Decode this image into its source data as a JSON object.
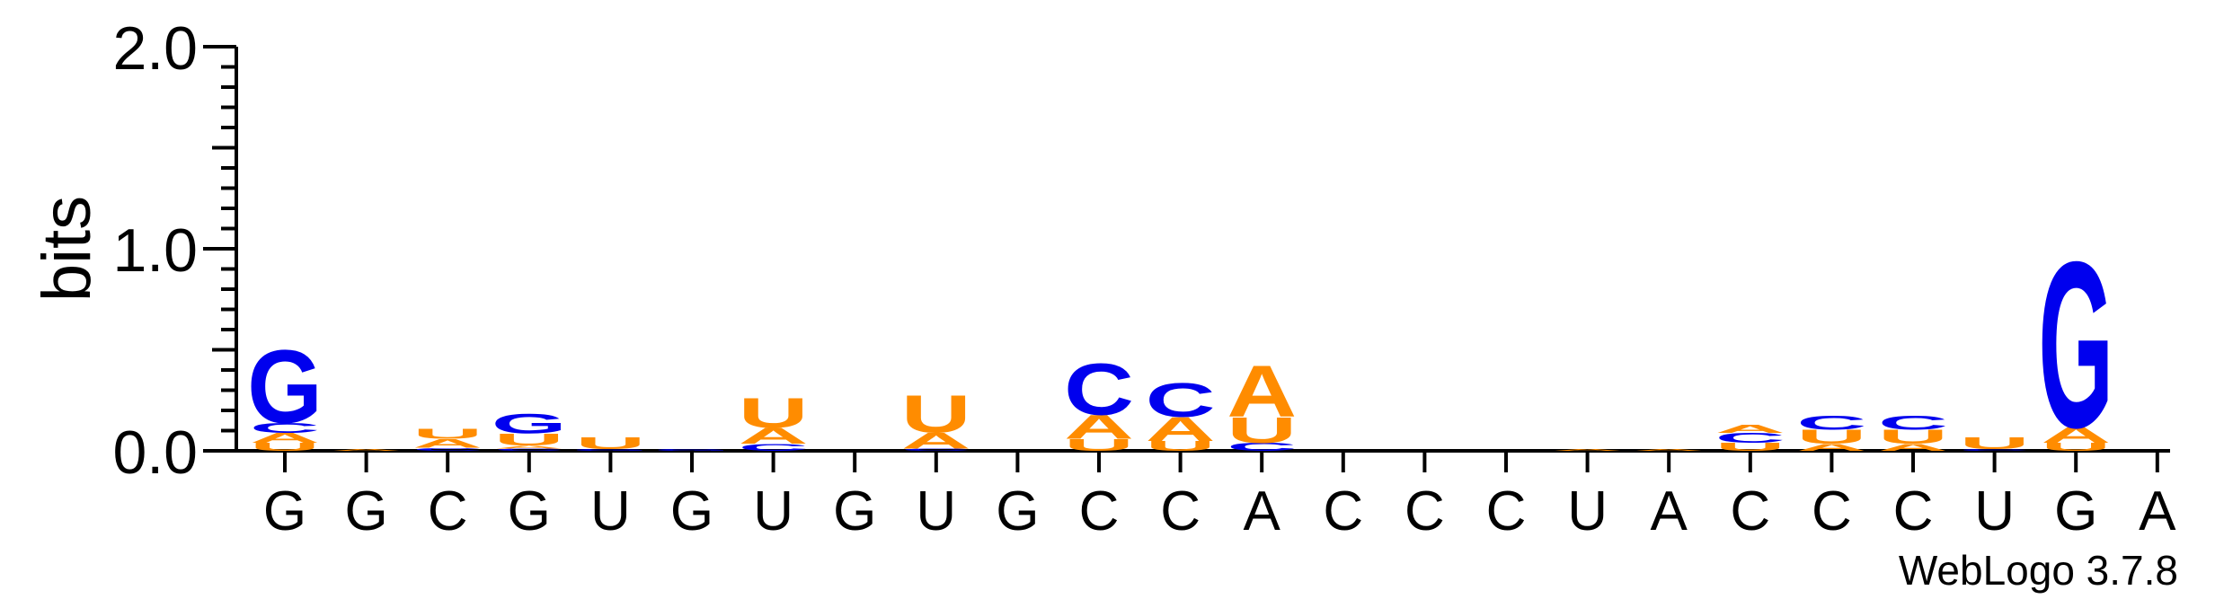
{
  "chart_data": {
    "type": "sequence-logo",
    "ylabel": "bits",
    "ylim": [
      0,
      2
    ],
    "yticks": [
      "0.0",
      "1.0",
      "2.0"
    ],
    "credit": "WebLogo 3.7.8",
    "colors": {
      "G": "#0000ee",
      "C": "#0000ee",
      "A": "#ff8c00",
      "U": "#ff8c00"
    },
    "positions": [
      {
        "label": "G",
        "stack": [
          {
            "l": "U",
            "h": 0.04
          },
          {
            "l": "A",
            "h": 0.05
          },
          {
            "l": "C",
            "h": 0.05
          },
          {
            "l": "G",
            "h": 0.37
          }
        ]
      },
      {
        "label": "G",
        "stack": [
          {
            "l": "A",
            "h": 0.01
          }
        ]
      },
      {
        "label": "C",
        "stack": [
          {
            "l": "C",
            "h": 0.015
          },
          {
            "l": "A",
            "h": 0.045
          },
          {
            "l": "U",
            "h": 0.05
          }
        ]
      },
      {
        "label": "G",
        "stack": [
          {
            "l": "C",
            "h": 0.012
          },
          {
            "l": "A",
            "h": 0.015
          },
          {
            "l": "U",
            "h": 0.06
          },
          {
            "l": "G",
            "h": 0.1
          }
        ]
      },
      {
        "label": "U",
        "stack": [
          {
            "l": "G",
            "h": 0.01
          },
          {
            "l": "U",
            "h": 0.06
          }
        ]
      },
      {
        "label": "G",
        "stack": [
          {
            "l": "G",
            "h": 0.008
          }
        ]
      },
      {
        "label": "U",
        "stack": [
          {
            "l": "C",
            "h": 0.035
          },
          {
            "l": "A",
            "h": 0.08
          },
          {
            "l": "U",
            "h": 0.15
          }
        ]
      },
      {
        "label": "G",
        "stack": []
      },
      {
        "label": "U",
        "stack": [
          {
            "l": "C",
            "h": 0.012
          },
          {
            "l": "A",
            "h": 0.08
          },
          {
            "l": "U",
            "h": 0.19
          }
        ]
      },
      {
        "label": "G",
        "stack": []
      },
      {
        "label": "C",
        "stack": [
          {
            "l": "U",
            "h": 0.06
          },
          {
            "l": "A",
            "h": 0.12
          },
          {
            "l": "C",
            "h": 0.26
          }
        ]
      },
      {
        "label": "C",
        "stack": [
          {
            "l": "U",
            "h": 0.05
          },
          {
            "l": "A",
            "h": 0.12
          },
          {
            "l": "C",
            "h": 0.17
          }
        ]
      },
      {
        "label": "A",
        "stack": [
          {
            "l": "C",
            "h": 0.04
          },
          {
            "l": "U",
            "h": 0.13
          },
          {
            "l": "A",
            "h": 0.26
          }
        ]
      },
      {
        "label": "C",
        "stack": []
      },
      {
        "label": "C",
        "stack": []
      },
      {
        "label": "C",
        "stack": []
      },
      {
        "label": "U",
        "stack": [
          {
            "l": "A",
            "h": 0.008
          }
        ]
      },
      {
        "label": "A",
        "stack": [
          {
            "l": "A",
            "h": 0.008
          }
        ]
      },
      {
        "label": "C",
        "stack": [
          {
            "l": "U",
            "h": 0.04
          },
          {
            "l": "C",
            "h": 0.05
          },
          {
            "l": "A",
            "h": 0.04
          }
        ]
      },
      {
        "label": "C",
        "stack": [
          {
            "l": "A",
            "h": 0.035
          },
          {
            "l": "U",
            "h": 0.07
          },
          {
            "l": "C",
            "h": 0.07
          }
        ]
      },
      {
        "label": "C",
        "stack": [
          {
            "l": "A",
            "h": 0.035
          },
          {
            "l": "U",
            "h": 0.07
          },
          {
            "l": "C",
            "h": 0.07
          }
        ]
      },
      {
        "label": "U",
        "stack": [
          {
            "l": "C",
            "h": 0.01
          },
          {
            "l": "U",
            "h": 0.06
          }
        ]
      },
      {
        "label": "G",
        "stack": [
          {
            "l": "U",
            "h": 0.04
          },
          {
            "l": "A",
            "h": 0.08
          },
          {
            "l": "G",
            "h": 0.84
          }
        ]
      },
      {
        "label": "A",
        "stack": []
      }
    ]
  }
}
